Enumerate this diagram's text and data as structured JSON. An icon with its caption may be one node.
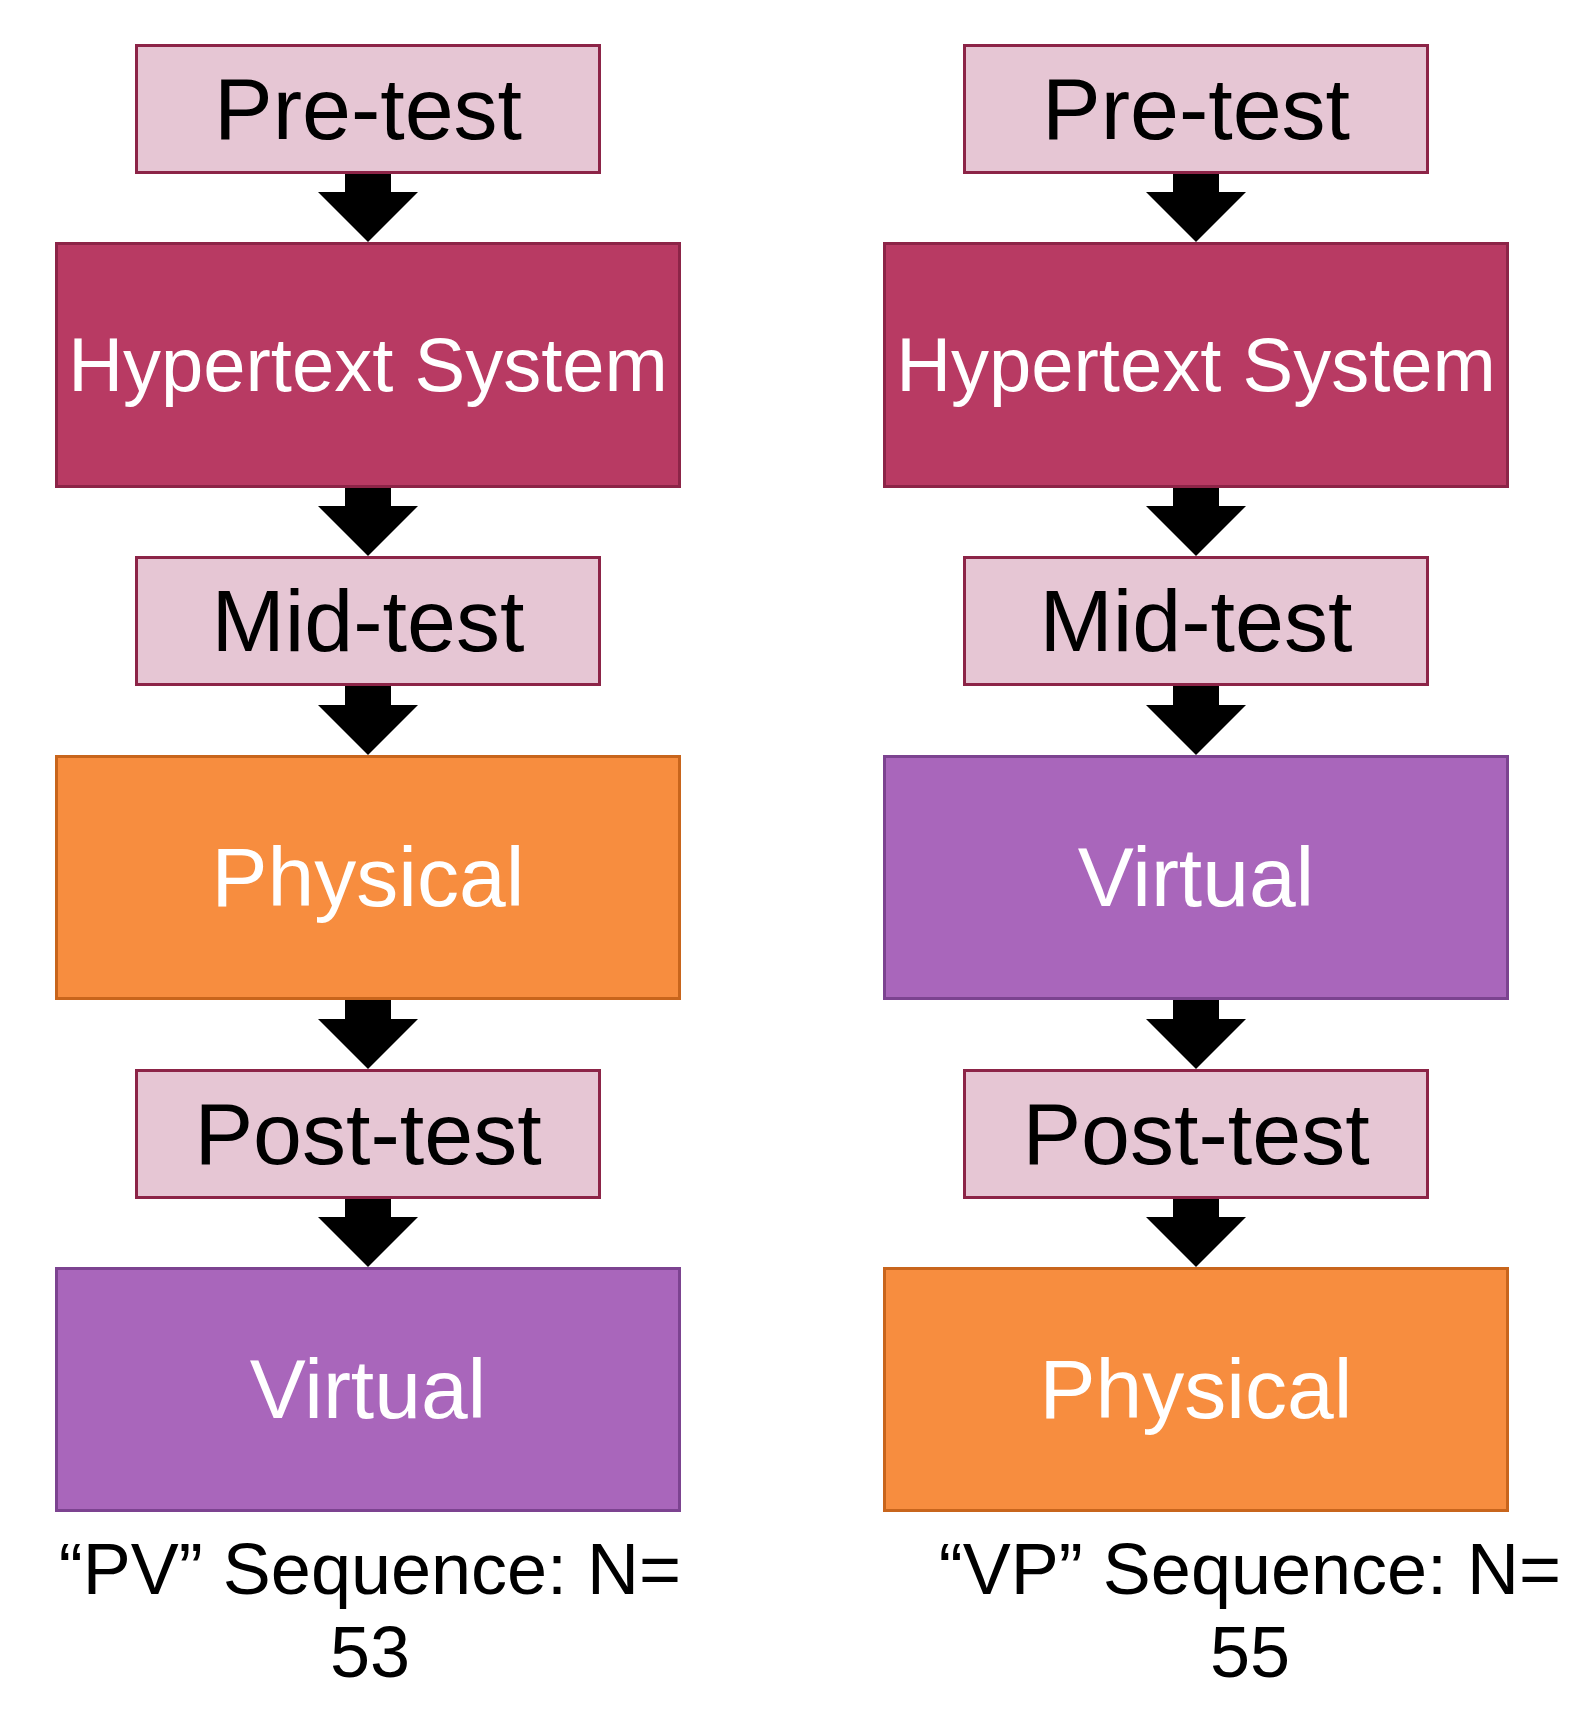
{
  "diagram": {
    "nodes": [
      {
        "text": [
          "Pre-test"
        ]
      },
      {
        "text": [
          "Hypertext System"
        ]
      },
      {
        "text": [
          "Mid-test"
        ]
      },
      {
        "text": [
          "Physical"
        ]
      },
      {
        "text": [
          "Post-test"
        ]
      },
      {
        "text": [
          "Virtual"
        ]
      },
      {
        "text": [
          "Pre-test"
        ]
      },
      {
        "text": [
          "Hypertext System"
        ]
      },
      {
        "text": [
          "Mid-test"
        ]
      },
      {
        "text": [
          "Virtual"
        ]
      },
      {
        "text": [
          "Post-test"
        ]
      },
      {
        "text": [
          "Physical"
        ]
      }
    ],
    "edges": [
      {
        "from": 0,
        "to": 1,
        "arrow": "to"
      },
      {
        "from": 1,
        "to": 2,
        "arrow": "to"
      },
      {
        "from": 2,
        "to": 3,
        "arrow": "to"
      },
      {
        "from": 3,
        "to": 4,
        "arrow": "to"
      },
      {
        "from": 4,
        "to": 5,
        "arrow": "to"
      },
      {
        "from": 6,
        "to": 7,
        "arrow": "to"
      },
      {
        "from": 7,
        "to": 8,
        "arrow": "to"
      },
      {
        "from": 8,
        "to": 9,
        "arrow": "to"
      },
      {
        "from": 9,
        "to": 10,
        "arrow": "to"
      },
      {
        "from": 10,
        "to": 11,
        "arrow": "to"
      }
    ],
    "labels": [
      "“PV” Sequence: N= 53",
      "“VP” Sequence: N= 55"
    ]
  }
}
